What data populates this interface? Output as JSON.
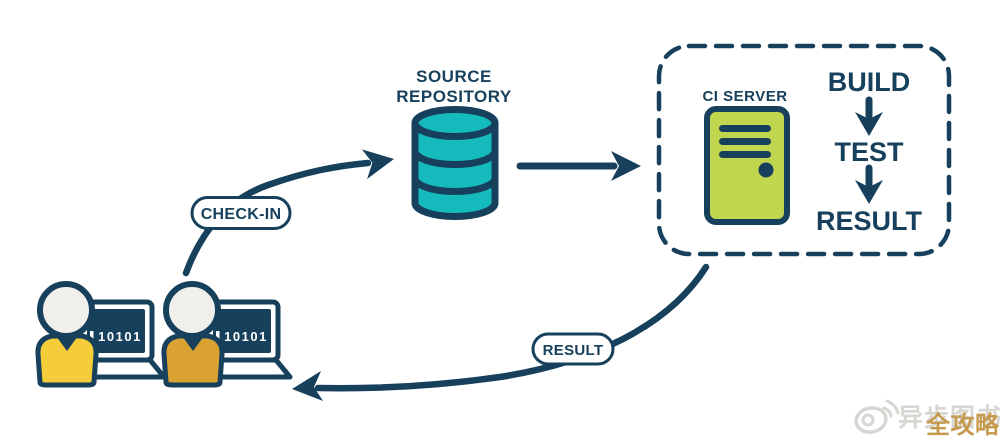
{
  "colors": {
    "navy": "#16405B",
    "teal": "#15BABD",
    "server_green": "#C1D64F",
    "shirt_yellow": "#F5CC3A",
    "shirt_amber": "#D9A233",
    "head_gray": "#F1EFEC",
    "watermark_gray": "#D8D6D2",
    "watermark_gold": "#C59A4D",
    "background": "#FFFFFF"
  },
  "labels": {
    "repository_line1": "SOURCE",
    "repository_line2": "REPOSITORY",
    "checkin": "CHECK-IN",
    "result_pill": "RESULT",
    "ci_server": "CI SERVER",
    "steps": [
      "BUILD",
      "TEST",
      "RESULT"
    ],
    "laptop_code": "10101"
  },
  "watermark": {
    "gray_text": "异步图书",
    "gold_text": "全攻略"
  }
}
